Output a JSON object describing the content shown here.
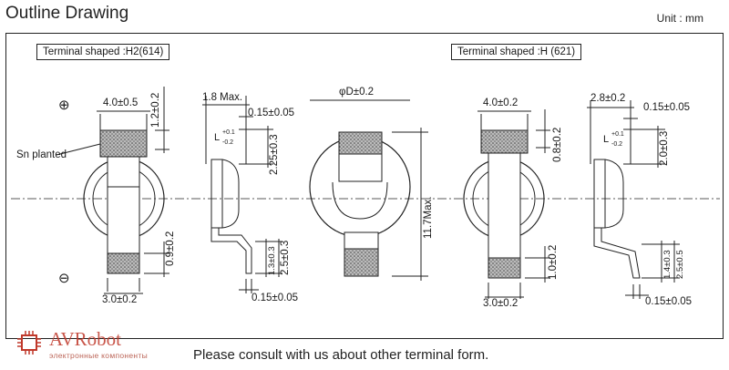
{
  "title": "Outline Drawing",
  "unit": "Unit : mm",
  "left_label": "Terminal shaped :H2(614)",
  "right_label": "Terminal shaped :H (621)",
  "symbols": {
    "plus": "⊕",
    "minus": "⊖"
  },
  "callout": "Sn planted",
  "dims": {
    "d1": "4.0±0.5",
    "d2": "1.2±0.2",
    "d3": "3.0±0.2",
    "d4": "0.9±0.2",
    "d5": "1.8 Max.",
    "d6": "0.15±0.05",
    "d7": "2.25±0.3",
    "d8": "1.3±0.3",
    "d9": "2.5±0.3",
    "d10": "0.15±0.05",
    "d11": "φD±0.2",
    "d12": "11.7Max.",
    "d13": "4.0±0.2",
    "d14": "0.8±0.2",
    "d15": "3.0±0.2",
    "d16": "1.0±0.2",
    "d17": "2.8±0.2",
    "d18": "0.15±0.05",
    "d19": "2.0±0.3",
    "d20": "1.4±0.3",
    "d21": "2.5±0.5",
    "d22": "0.15±0.05",
    "tol1": "L",
    "tol1_sup": "+0.1",
    "tol1_sub": "-0.2",
    "tol2": "L",
    "tol2_sup": "+0.1",
    "tol2_sub": "-0.2"
  },
  "footer": "Please consult with us about other terminal form.",
  "brand": "AVRobot",
  "brand_sub": "электронные компоненты",
  "colors": {
    "line": "#222222",
    "hatch": "#555555",
    "brand": "#c0392b"
  }
}
